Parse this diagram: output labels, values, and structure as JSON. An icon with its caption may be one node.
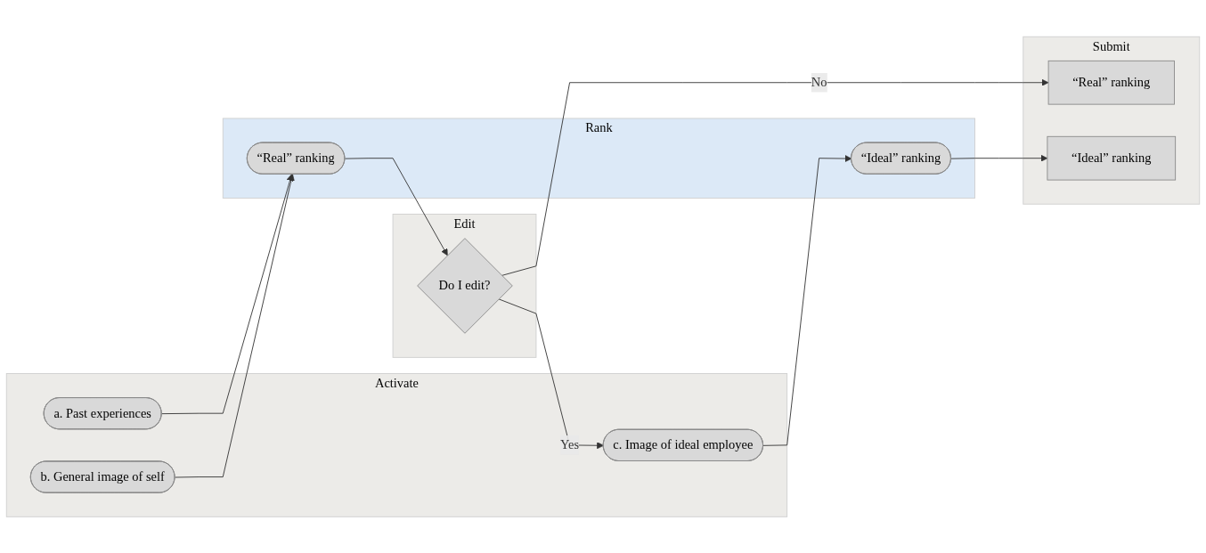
{
  "diagram": {
    "nodes": [
      {
        "text": [
          "Activate"
        ]
      },
      {
        "text": [
          "a. Past experiences"
        ],
        "in": 0
      },
      {
        "text": [
          "b. General image of self"
        ],
        "in": 0
      },
      {
        "text": [
          "c. Image of ideal employee"
        ],
        "in": 0
      },
      {
        "text": [
          "Rank"
        ]
      },
      {
        "text": [
          "“Real” ranking"
        ],
        "in": 4
      },
      {
        "text": [
          "“Ideal” ranking"
        ],
        "in": 4
      },
      {
        "text": [
          "Edit"
        ]
      },
      {
        "text": [
          "Do I edit?"
        ],
        "in": 7
      },
      {
        "text": [
          "Submit"
        ]
      },
      {
        "text": [
          "“Real” ranking"
        ],
        "in": 9
      },
      {
        "text": [
          "“Ideal” ranking"
        ],
        "in": 9
      }
    ],
    "edges": [
      {
        "from": 1,
        "to": 5,
        "arrow": "to"
      },
      {
        "from": 2,
        "to": 5,
        "arrow": "to"
      },
      {
        "from": 3,
        "to": 6,
        "arrow": "to"
      },
      {
        "from": 5,
        "to": 8,
        "arrow": "to"
      },
      {
        "from": 8,
        "to": 10,
        "arrow": "to",
        "label": "No"
      },
      {
        "from": 8,
        "to": 3,
        "arrow": "to",
        "label": "Yes"
      },
      {
        "from": 6,
        "to": 11,
        "arrow": "to"
      }
    ]
  }
}
